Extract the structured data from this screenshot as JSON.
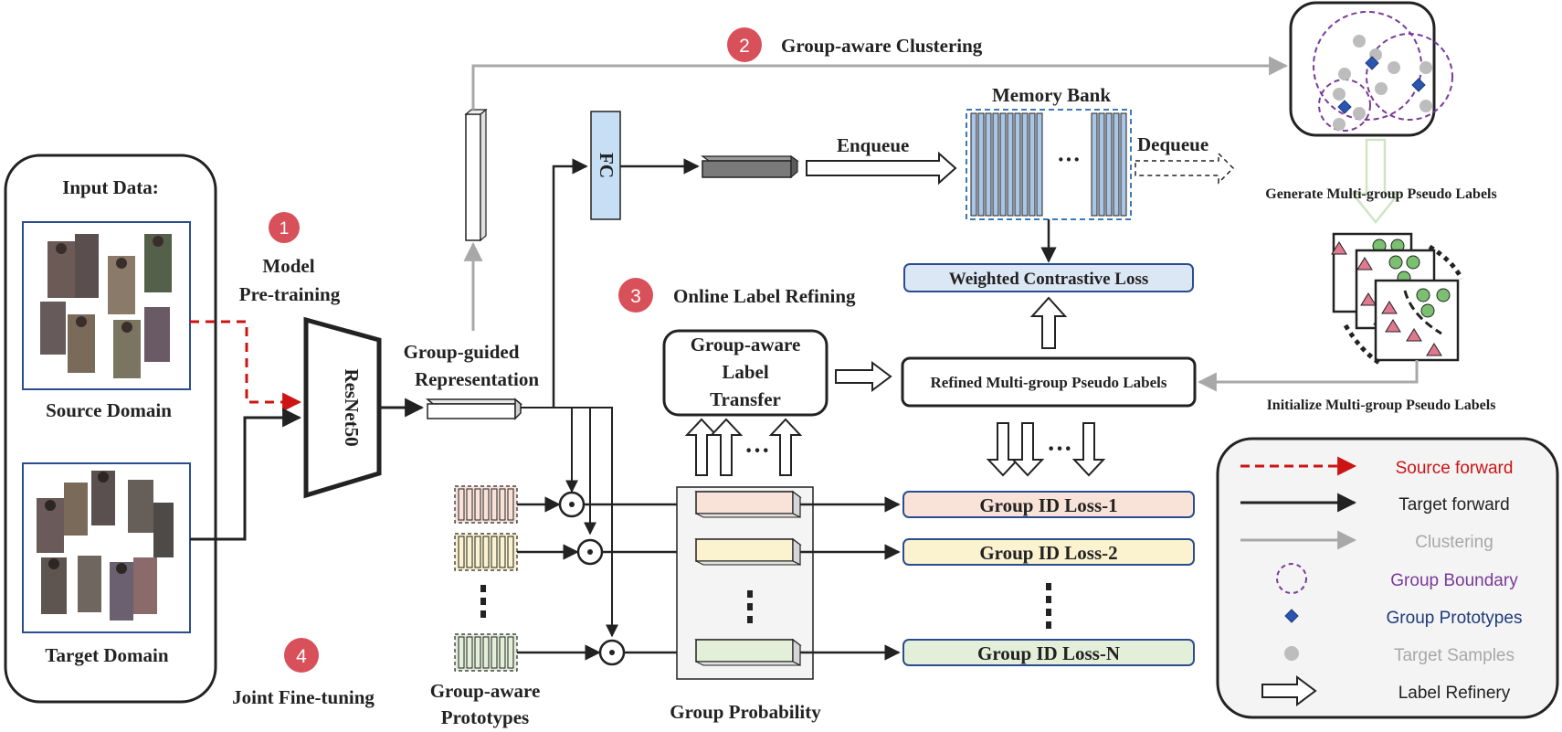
{
  "input": {
    "title": "Input Data:",
    "source_label": "Source Domain",
    "target_label": "Target Domain"
  },
  "steps": {
    "s1": {
      "num": "1",
      "line1": "Model",
      "line2": "Pre-training"
    },
    "s2": {
      "num": "2",
      "label": "Group-aware Clustering"
    },
    "s3": {
      "num": "3",
      "label": "Online Label Refining"
    },
    "s4": {
      "num": "4",
      "label": "Joint Fine-tuning"
    }
  },
  "backbone": {
    "label": "ResNet50"
  },
  "representation": {
    "line1": "Group-guided",
    "line2": "Representation"
  },
  "fc": {
    "label": "FC"
  },
  "memory": {
    "title": "Memory Bank",
    "dots": "···",
    "enqueue": "Enqueue",
    "dequeue": "Dequeue"
  },
  "loss": {
    "contrastive": "Weighted Contrastive Loss",
    "refined": "Refined Multi-group Pseudo Labels",
    "group_losses": [
      "Group ID Loss-1",
      "Group ID Loss-2",
      "Group ID Loss-N"
    ],
    "colors": [
      "#f9e3d9",
      "#fbf2d0",
      "#e3efd9"
    ]
  },
  "transfer": {
    "line1": "Group-aware",
    "line2": "Label",
    "line3": "Transfer"
  },
  "prototypes": {
    "line1": "Group-aware",
    "line2": "Prototypes"
  },
  "probability": {
    "label": "Group Probability"
  },
  "pseudo": {
    "generate": "Generate Multi-group Pseudo Labels",
    "initialize": "Initialize Multi-group Pseudo Labels"
  },
  "legend": {
    "items": [
      {
        "label": "Source forward",
        "color": "#cc1414",
        "icon": "dashed-red-arrow"
      },
      {
        "label": "Target forward",
        "color": "#222222",
        "icon": "black-arrow"
      },
      {
        "label": "Clustering",
        "color": "#a8a8a8",
        "icon": "gray-arrow"
      },
      {
        "label": "Group Boundary",
        "color": "#7a3a9a",
        "icon": "dashed-circle"
      },
      {
        "label": "Group Prototypes",
        "color": "#1f3a7a",
        "icon": "blue-diamond"
      },
      {
        "label": "Target Samples",
        "color": "#a8a8a8",
        "icon": "gray-dot"
      },
      {
        "label": "Label Refinery",
        "color": "#222222",
        "icon": "hollow-arrow"
      }
    ]
  }
}
